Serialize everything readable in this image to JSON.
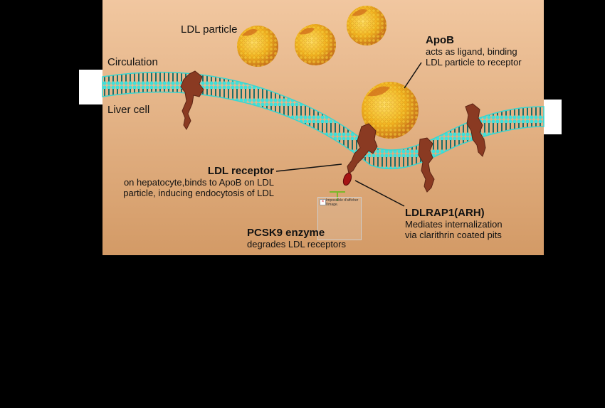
{
  "labels": {
    "ldl_particle": "LDL particle",
    "circulation": "Circulation",
    "liver_cell": "Liver  cell",
    "apob_title": "ApoB",
    "apob_desc_1": "acts as ligand, binding",
    "apob_desc_2": "LDL particle to receptor",
    "ldl_receptor_title": "LDL receptor",
    "ldl_receptor_desc_1": "on hepatocyte,binds to ApoB on LDL",
    "ldl_receptor_desc_2": "particle, inducing endocytosis of LDL",
    "ldlrap1_title": "LDLRAP1(ARH)",
    "ldlrap1_desc_1": "Mediates internalization",
    "ldlrap1_desc_2": "via clarithrin coated pits",
    "pcsk9_title": "PCSK9 enzyme",
    "pcsk9_desc": "degrades LDL receptors",
    "broken_image_text": "Impossible d'afficher l'image."
  },
  "colors": {
    "background": "#000000",
    "panel_top": "#f1c7a0",
    "panel_bottom": "#d39a66",
    "membrane": "#2a8f8c",
    "membrane_edge": "#39d6d0",
    "particle_core": "#f2b21e",
    "particle_rim": "#d2701c",
    "receptor": "#8a3a22",
    "ldlrap1": "#a51414",
    "inhibit_marker": "#7ab82a"
  }
}
